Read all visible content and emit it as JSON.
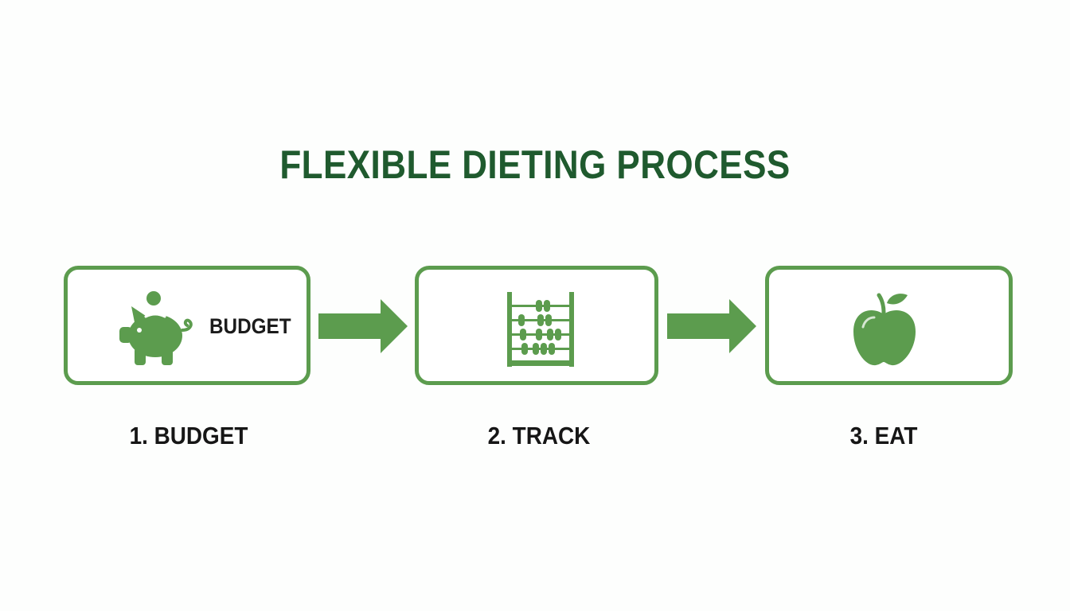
{
  "title": "FLEXIBLE DIETING PROCESS",
  "colors": {
    "title": "#1f5a2e",
    "accent": "#5c9c4e",
    "text": "#1b1b1b"
  },
  "steps": [
    {
      "box_text": "BUDGET",
      "label": "1. BUDGET",
      "icon": "piggy-bank-icon"
    },
    {
      "box_text": "",
      "label": "2. TRACK",
      "icon": "abacus-icon"
    },
    {
      "box_text": "",
      "label": "3. EAT",
      "icon": "apple-icon"
    }
  ]
}
